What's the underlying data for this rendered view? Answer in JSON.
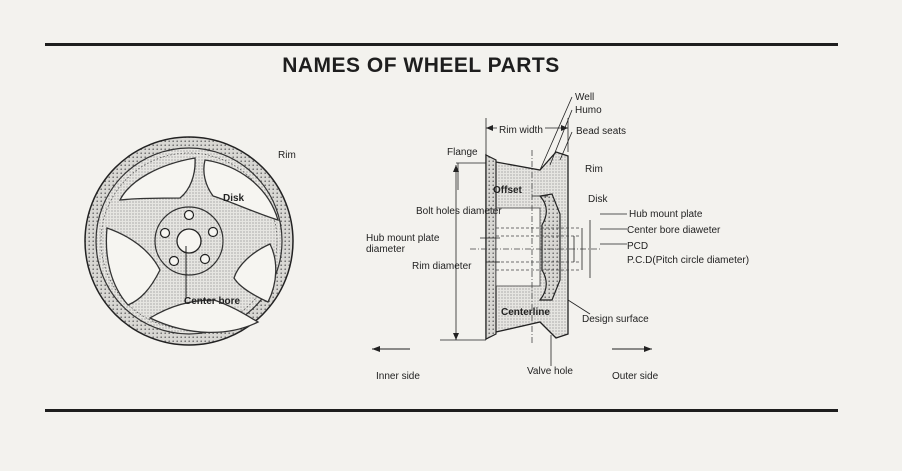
{
  "title": "NAMES OF WHEEL PARTS",
  "front_view": {
    "rim": "Rim",
    "disk": "Disk",
    "center_bore": "Center bore"
  },
  "side_view": {
    "well": "Well",
    "humo": "Humo",
    "rim_width": "Rim width",
    "bead_seats": "Bead seats",
    "flange": "Flange",
    "rim": "Rim",
    "offset": "Offset",
    "disk": "Disk",
    "bolt_holes_diameter": "Bolt holes diameter",
    "hub_mount_plate": "Hub mount plate",
    "hub_mount_plate_diameter_1": "Hub mount plate",
    "hub_mount_plate_diameter_2": "diameter",
    "center_bore_diameter": "Center bore diaweter",
    "pcd": "PCD",
    "pcd_full": "P.C.D(Pitch circle diameter)",
    "rim_diameter": "Rim diameter",
    "centerline": "Centerline",
    "design_surface": "Design surface",
    "inner_side": "Inner side",
    "valve_hole": "Valve hole",
    "outer_side": "Outer side"
  }
}
